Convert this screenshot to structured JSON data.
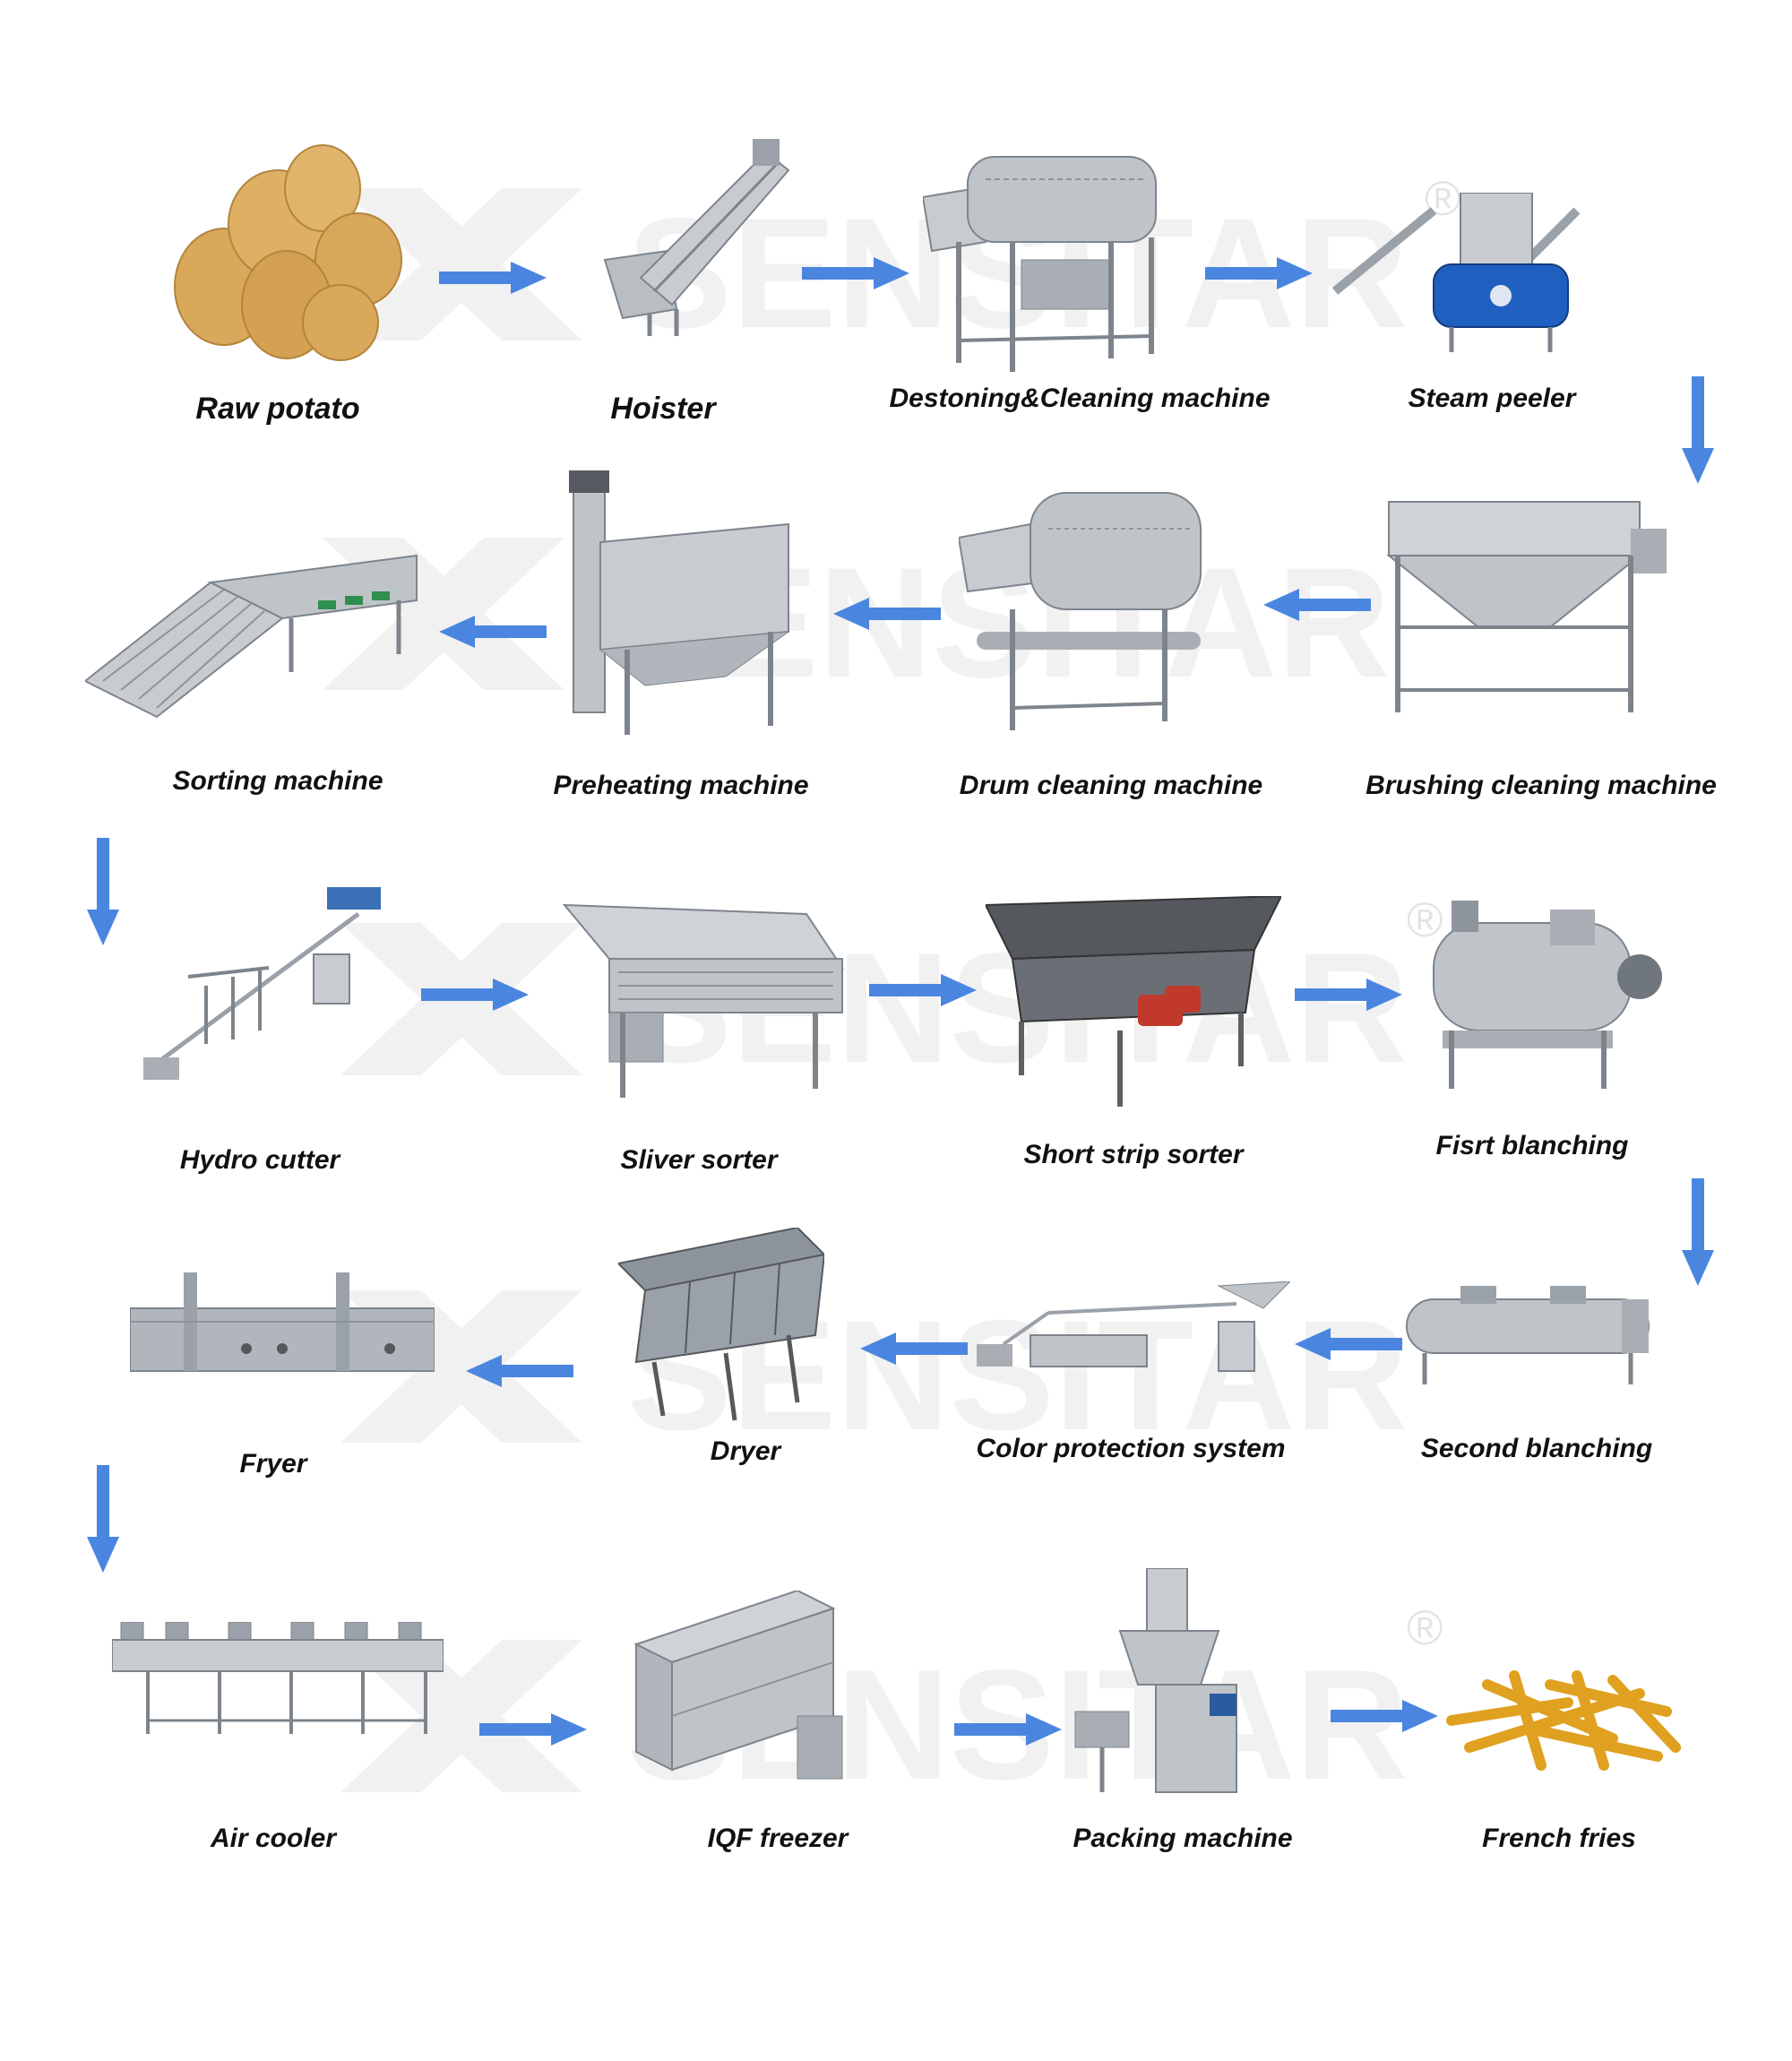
{
  "watermark": {
    "brand": "SENSITAR",
    "reg": "®"
  },
  "colors": {
    "arrow": "#4a86e0",
    "steel": "#b9bec3",
    "steel_dark": "#7d848b",
    "blue_tank": "#1f5fbf",
    "potato": "#d9a85a",
    "fries": "#f5b72e"
  },
  "steps": [
    {
      "label": "Raw potato",
      "icon": "potato-icon"
    },
    {
      "label": "Hoister",
      "icon": "hoister-icon"
    },
    {
      "label": "Destoning&Cleaning machine",
      "icon": "destoning-machine-icon"
    },
    {
      "label": "Steam peeler",
      "icon": "steam-peeler-icon"
    },
    {
      "label": "Brushing cleaning machine",
      "icon": "brushing-machine-icon"
    },
    {
      "label": "Drum cleaning machine",
      "icon": "drum-machine-icon"
    },
    {
      "label": "Preheating machine",
      "icon": "preheating-machine-icon"
    },
    {
      "label": "Sorting machine",
      "icon": "sorting-machine-icon"
    },
    {
      "label": "Hydro cutter",
      "icon": "hydro-cutter-icon"
    },
    {
      "label": "Sliver sorter",
      "icon": "sliver-sorter-icon"
    },
    {
      "label": "Short strip sorter",
      "icon": "short-strip-sorter-icon"
    },
    {
      "label": "Fisrt blanching",
      "icon": "first-blanching-icon"
    },
    {
      "label": "Second blanching",
      "icon": "second-blanching-icon"
    },
    {
      "label": "Color protection system",
      "icon": "color-protection-icon"
    },
    {
      "label": "Dryer",
      "icon": "dryer-icon"
    },
    {
      "label": "Fryer",
      "icon": "fryer-icon"
    },
    {
      "label": "Air cooler",
      "icon": "air-cooler-icon"
    },
    {
      "label": "IQF freezer",
      "icon": "iqf-freezer-icon"
    },
    {
      "label": "Packing machine",
      "icon": "packing-machine-icon"
    },
    {
      "label": "French fries",
      "icon": "french-fries-icon"
    }
  ]
}
